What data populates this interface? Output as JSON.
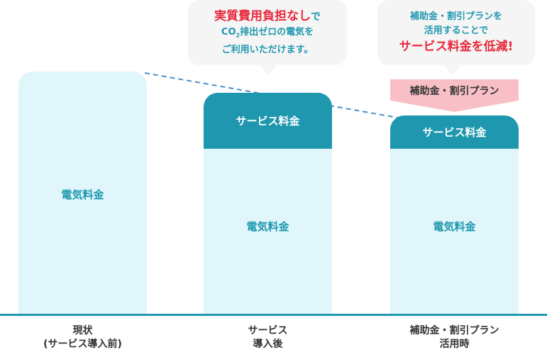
{
  "bubbles": {
    "service": {
      "highlight": "実質費用負担なし",
      "line1_suffix": "で",
      "co": "CO",
      "sub": "2",
      "line2_rest": "排出ゼロの電気を",
      "line3": "ご利用いただけます。"
    },
    "subsidy": {
      "line1": "補助金・割引プランを",
      "line2": "活用することで",
      "highlight": "サービス料金を低減!"
    }
  },
  "bars": [
    {
      "electric_label": "電気料金",
      "service_label": null,
      "xlabel_1": "現状",
      "xlabel_2": "(サービス導入前)"
    },
    {
      "electric_label": "電気料金",
      "service_label": "サービス料金",
      "xlabel_1": "サービス",
      "xlabel_2": "導入後"
    },
    {
      "electric_label": "電気料金",
      "service_label": "サービス料金",
      "xlabel_1": "補助金・割引プラン",
      "xlabel_2": "活用時"
    }
  ],
  "banner": {
    "label": "補助金・割引プラン"
  },
  "colors": {
    "teal": "#1e97af",
    "light": "#e0f6fa",
    "pink": "#f8c0c6",
    "red": "#e8293b",
    "bubble": "#f5f5f5"
  }
}
